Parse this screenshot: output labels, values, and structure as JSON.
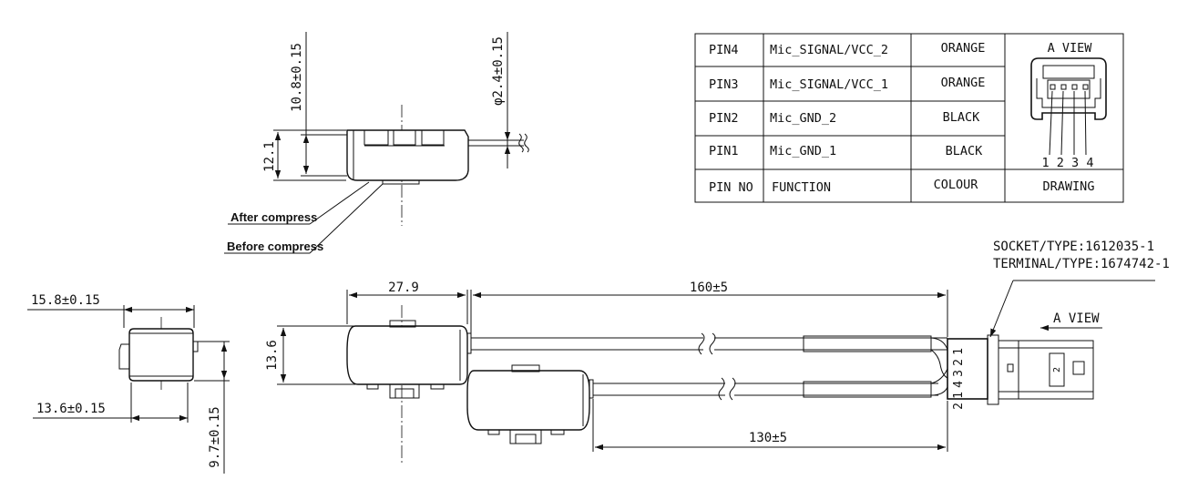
{
  "dimensions": {
    "height_10_8": "10.8±0.15",
    "dia_2_4": "φ2.4±0.15",
    "height_12_1": "12.1",
    "width_15_8": "15.8±0.15",
    "width_13_6": "13.6±0.15",
    "height_9_7": "9.7±0.15",
    "body_27_9": "27.9",
    "body_13_6": "13.6",
    "length_160": "160±5",
    "length_130": "130±5"
  },
  "notes": {
    "after_compress": "After compress",
    "before_compress": "Before compress",
    "socket_type": "SOCKET/TYPE:1612035-1",
    "terminal_type": "TERMINAL/TYPE:1674742-1",
    "a_view_arrow": "A VIEW"
  },
  "connector_pins": {
    "side": [
      "1",
      "2",
      "3",
      "4"
    ],
    "face": "1 2 3 4"
  },
  "pin_table": {
    "rows": [
      {
        "pin": "PIN4",
        "function": "Mic_SIGNAL/VCC_2",
        "colour": "ORANGE"
      },
      {
        "pin": "PIN3",
        "function": "Mic_SIGNAL/VCC_1",
        "colour": "ORANGE"
      },
      {
        "pin": "PIN2",
        "function": "Mic_GND_2",
        "colour": "BLACK"
      },
      {
        "pin": "PIN1",
        "function": "Mic_GND_1",
        "colour": "BLACK"
      }
    ],
    "header": {
      "pin": "PIN NO",
      "function": "FUNCTION",
      "colour": "COLOUR",
      "drawing": "DRAWING"
    },
    "drawing_title": "A VIEW",
    "drawing_pin_numbers": "1 2 3 4"
  }
}
